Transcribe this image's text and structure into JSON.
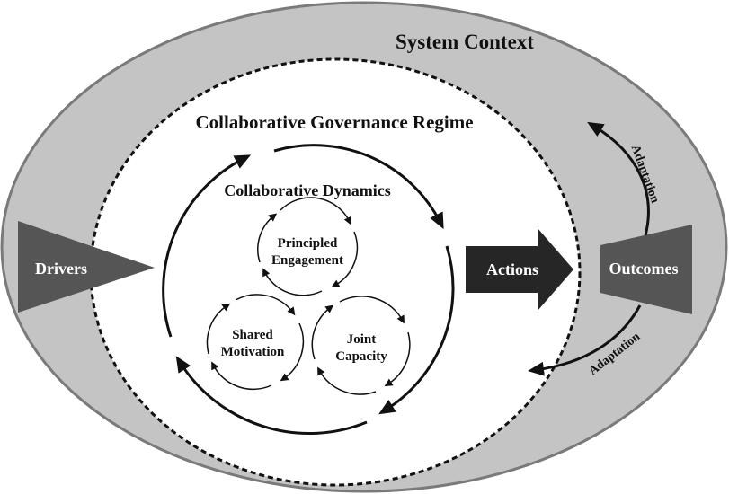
{
  "system_context": "System Context",
  "regime": "Collaborative Governance Regime",
  "dynamics": "Collaborative Dynamics",
  "principled": [
    "Principled",
    "Engagement"
  ],
  "shared": [
    "Shared",
    "Motivation"
  ],
  "joint": [
    "Joint",
    "Capacity"
  ],
  "drivers": "Drivers",
  "actions": "Actions",
  "outcomes": "Outcomes",
  "adaptation_top": "Adaptation",
  "adaptation_bottom": "Adaptation",
  "colors": {
    "outer_fill": "#c4c4c4",
    "outer_stroke": "#7a7a7a",
    "shape_dark": "#555555",
    "arrow_dark": "#262626",
    "inner_fill": "#ffffff"
  }
}
